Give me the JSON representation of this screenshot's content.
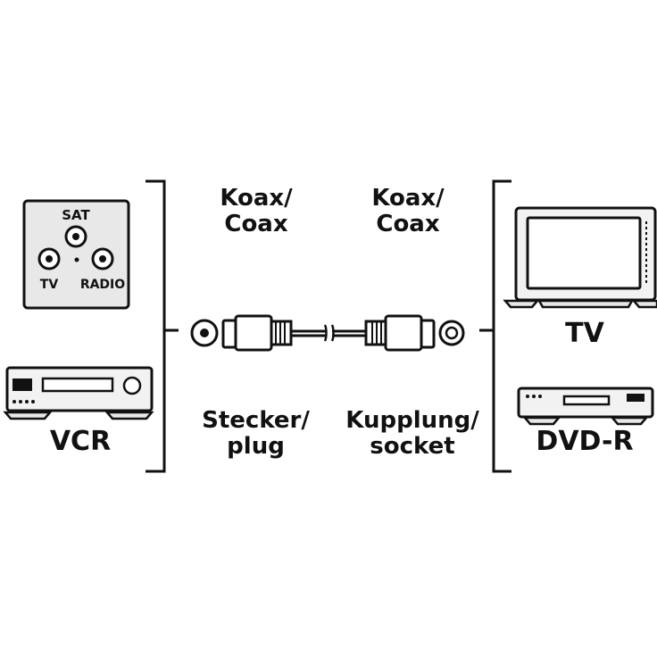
{
  "wall_outlet": {
    "sat": "SAT",
    "tv": "TV",
    "radio": "RADIO"
  },
  "left_device": {
    "label": "VCR"
  },
  "right_devices": {
    "tv_label": "TV",
    "dvd_label": "DVD-R"
  },
  "cable": {
    "left_type_line1": "Koax/",
    "left_type_line2": "Coax",
    "right_type_line1": "Koax/",
    "right_type_line2": "Coax",
    "left_end_line1": "Stecker/",
    "left_end_line2": "plug",
    "right_end_line1": "Kupplung/",
    "right_end_line2": "socket"
  },
  "colors": {
    "ink": "#111111",
    "panel": "#e8e8e8",
    "device_fill": "#f2f2f2"
  }
}
